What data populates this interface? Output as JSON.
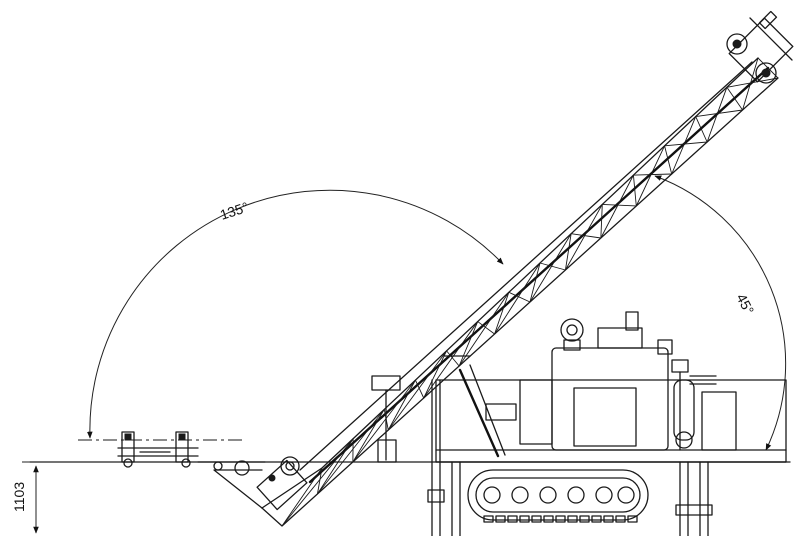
{
  "annotations": {
    "angle_large": "135°",
    "angle_small": "45°",
    "height": "1103"
  }
}
